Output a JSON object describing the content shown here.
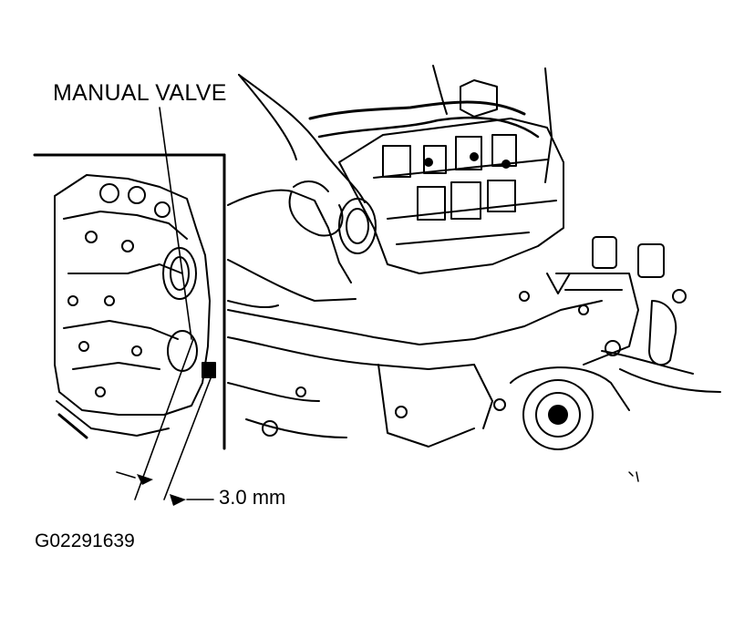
{
  "figure": {
    "callout_manual_valve": "MANUAL VALVE",
    "dimension_label": "3.0 mm",
    "figure_id": "G02291639"
  },
  "colors": {
    "ink": "#000000",
    "paper": "#ffffff"
  }
}
